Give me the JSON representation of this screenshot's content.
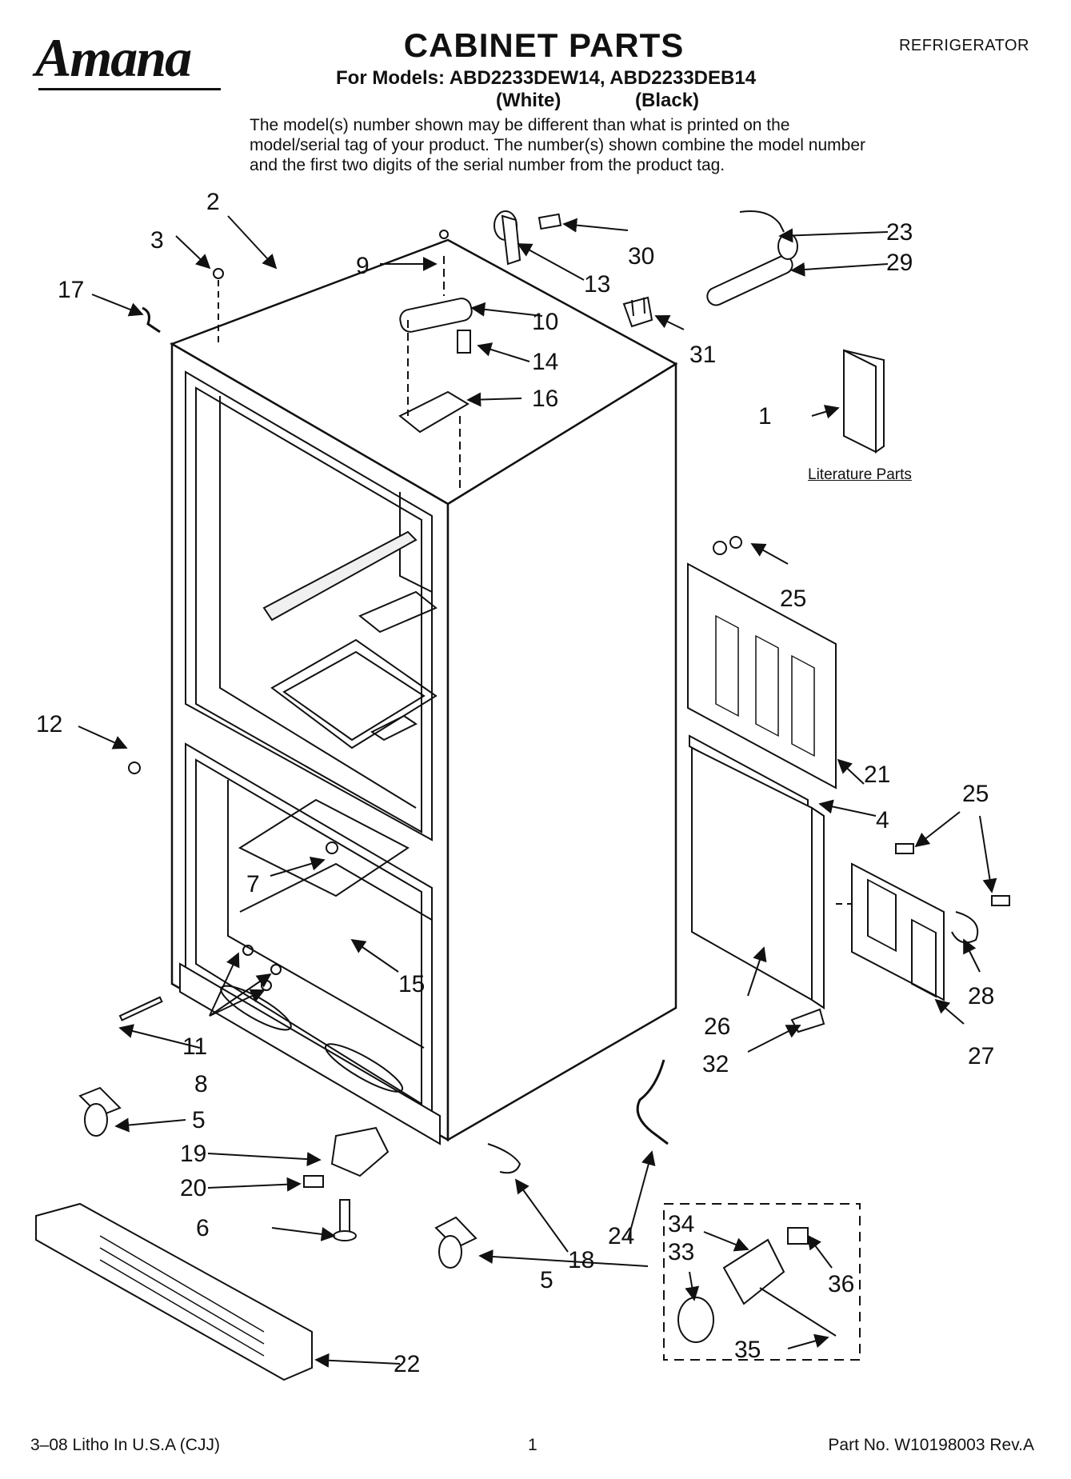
{
  "header": {
    "brand": "Amana",
    "title": "CABINET PARTS",
    "product_type": "REFRIGERATOR",
    "models_line": "For Models: ABD2233DEW14, ABD2233DEB14",
    "variant_white": "(White)",
    "variant_black": "(Black)",
    "disclaimer": "The model(s) number shown may be different than what is printed on the model/serial tag of your product. The number(s) shown combine the model number and the first two digits of the serial number from the product tag."
  },
  "diagram": {
    "literature_label": "Literature Parts",
    "callouts": [
      "1",
      "2",
      "3",
      "4",
      "5",
      "5",
      "6",
      "7",
      "8",
      "9",
      "10",
      "11",
      "12",
      "13",
      "14",
      "15",
      "16",
      "17",
      "18",
      "19",
      "20",
      "21",
      "22",
      "23",
      "24",
      "25",
      "25",
      "26",
      "27",
      "28",
      "29",
      "30",
      "31",
      "32",
      "33",
      "34",
      "35",
      "36"
    ]
  },
  "footer": {
    "print_info": "3–08 Litho In U.S.A (CJJ)",
    "page_number": "1",
    "part_number": "Part No. W10198003 Rev.A"
  }
}
